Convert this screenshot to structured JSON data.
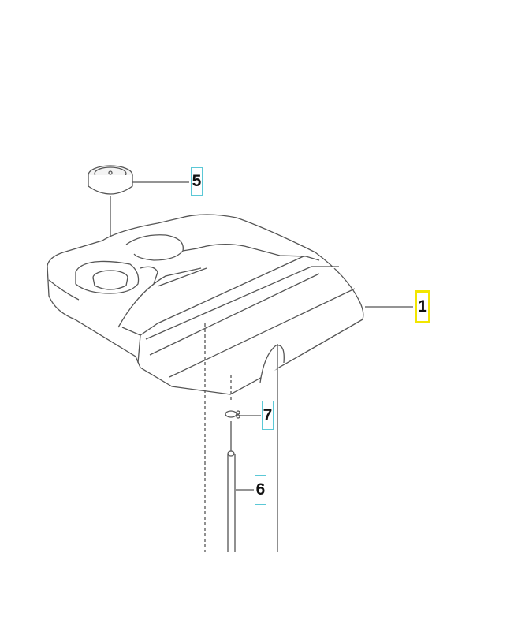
{
  "diagram": {
    "parts": [
      {
        "number": "1",
        "highlighted": true,
        "border_color": "#f2e600",
        "part": "tank"
      },
      {
        "number": "5",
        "highlighted": false,
        "border_color": "#5bc8d6",
        "part": "cap"
      },
      {
        "number": "7",
        "highlighted": false,
        "border_color": "#5bc8d6",
        "part": "o-ring"
      },
      {
        "number": "6",
        "highlighted": false,
        "border_color": "#5bc8d6",
        "part": "tube"
      }
    ]
  }
}
